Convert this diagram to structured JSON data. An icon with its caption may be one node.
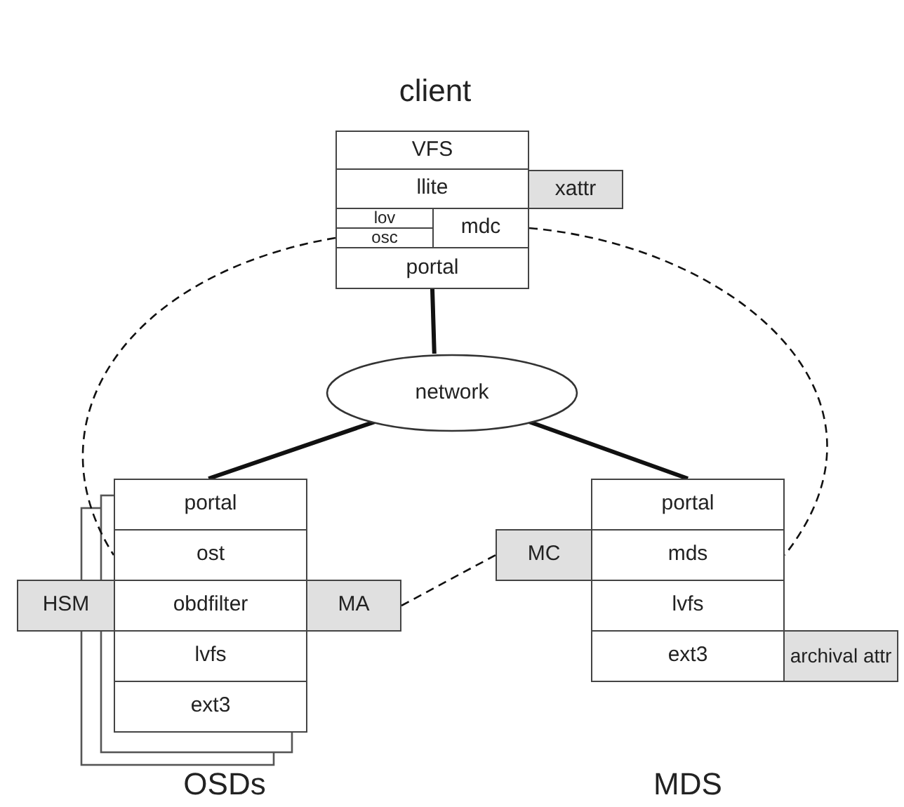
{
  "diagram": {
    "nodes": [
      {
        "text": [
          "VFS"
        ]
      },
      {
        "text": [
          "llite"
        ]
      },
      {
        "text": [
          "xattr"
        ]
      },
      {
        "text": [
          "lov"
        ]
      },
      {
        "text": [
          "osc"
        ]
      },
      {
        "text": [
          "mdc"
        ]
      },
      {
        "text": [
          "portal"
        ]
      },
      {
        "text": [
          "network"
        ]
      },
      {
        "text": [
          "portal"
        ]
      },
      {
        "text": [
          "ost"
        ]
      },
      {
        "text": [
          "HSM"
        ]
      },
      {
        "text": [
          "obdfilter"
        ]
      },
      {
        "text": [
          "MA"
        ]
      },
      {
        "text": [
          "lvfs"
        ]
      },
      {
        "text": [
          "ext3"
        ]
      },
      {
        "text": [
          "portal"
        ]
      },
      {
        "text": [
          "MC"
        ]
      },
      {
        "text": [
          "mds"
        ]
      },
      {
        "text": [
          "lvfs"
        ]
      },
      {
        "text": [
          "ext3"
        ]
      },
      {
        "text": [
          "archival attr"
        ]
      }
    ],
    "edges": [
      {
        "from": 6,
        "to": 7,
        "arrow": "none",
        "style": "thick"
      },
      {
        "from": 7,
        "to": 8,
        "arrow": "none",
        "style": "thick"
      },
      {
        "from": 7,
        "to": 15,
        "arrow": "none",
        "style": "thick"
      },
      {
        "from": 4,
        "to": 9,
        "arrow": "none",
        "style": "dashed"
      },
      {
        "from": 5,
        "to": 17,
        "arrow": "none",
        "style": "dashed"
      },
      {
        "from": 12,
        "to": 16,
        "arrow": "none",
        "style": "dashed"
      }
    ],
    "labels": [
      "client",
      "OSDs",
      "MDS"
    ]
  }
}
